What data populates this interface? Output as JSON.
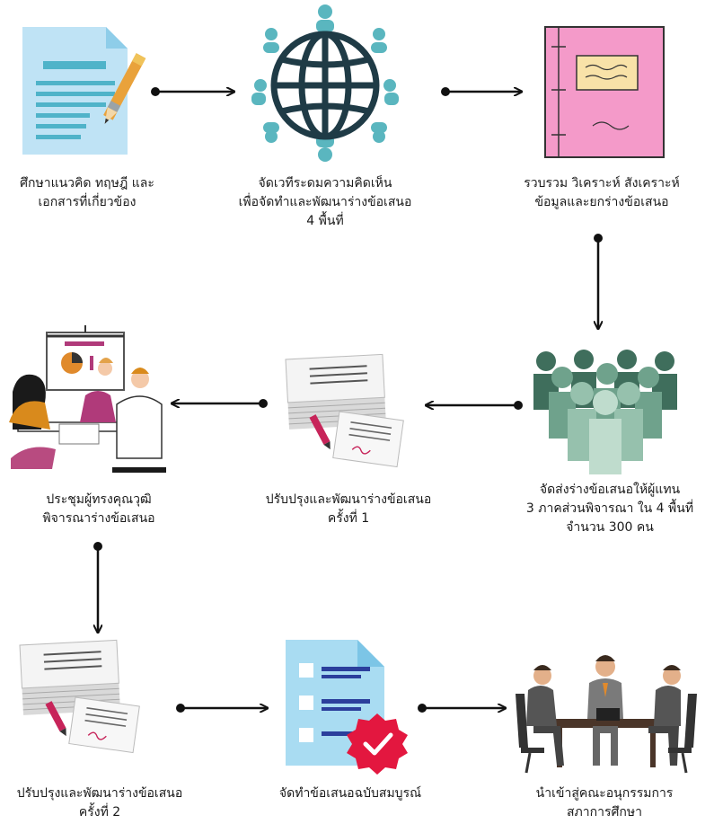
{
  "steps": [
    {
      "lines": [
        "ศึกษาแนวคิด ทฤษฎี และ",
        "เอกสารที่เกี่ยวข้อง"
      ],
      "icon": "document-pen-icon"
    },
    {
      "lines": [
        "จัดเวทีระดมความคิดเห็น",
        "เพื่อจัดทำและพัฒนาร่างข้อเสนอ",
        "4 พื้นที่"
      ],
      "icon": "globe-people-icon"
    },
    {
      "lines": [
        "รวบรวม วิเคราะห์ สังเคราะห์",
        "ข้อมูลและยกร่างข้อเสนอ"
      ],
      "icon": "pink-book-icon"
    },
    {
      "lines": [
        "จัดส่งร่างข้อเสนอให้ผู้แทน",
        "3 ภาคส่วนพิจารณา ใน 4 พื้นที่",
        "จำนวน 300 คน"
      ],
      "icon": "crowd-icon"
    },
    {
      "lines": [
        "ปรับปรุงและพัฒนาร่างข้อเสนอ",
        "ครั้งที่ 1"
      ],
      "icon": "paper-stack-icon"
    },
    {
      "lines": [
        "ประชุมผู้ทรงคุณวุฒิ",
        "พิจารณาร่างข้อเสนอ"
      ],
      "icon": "meeting-presentation-icon"
    },
    {
      "lines": [
        "ปรับปรุงและพัฒนาร่างข้อเสนอ",
        "ครั้งที่ 2"
      ],
      "icon": "paper-stack-icon"
    },
    {
      "lines": [
        "จัดทำข้อเสนอฉบับสมบูรณ์"
      ],
      "icon": "checklist-approved-icon"
    },
    {
      "lines": [
        "นำเข้าสู่คณะอนุกรรมการ",
        "สภาการศึกษา"
      ],
      "icon": "business-meeting-icon"
    }
  ],
  "colors": {
    "arrow": "#111111",
    "doc": "#bfe3f5",
    "globe": "#1f3b46",
    "people": "#5ab6bf",
    "book": "#f49ac9",
    "crowd": "#6fa28c",
    "pen": "#c7245a",
    "badge": "#e3173f"
  }
}
